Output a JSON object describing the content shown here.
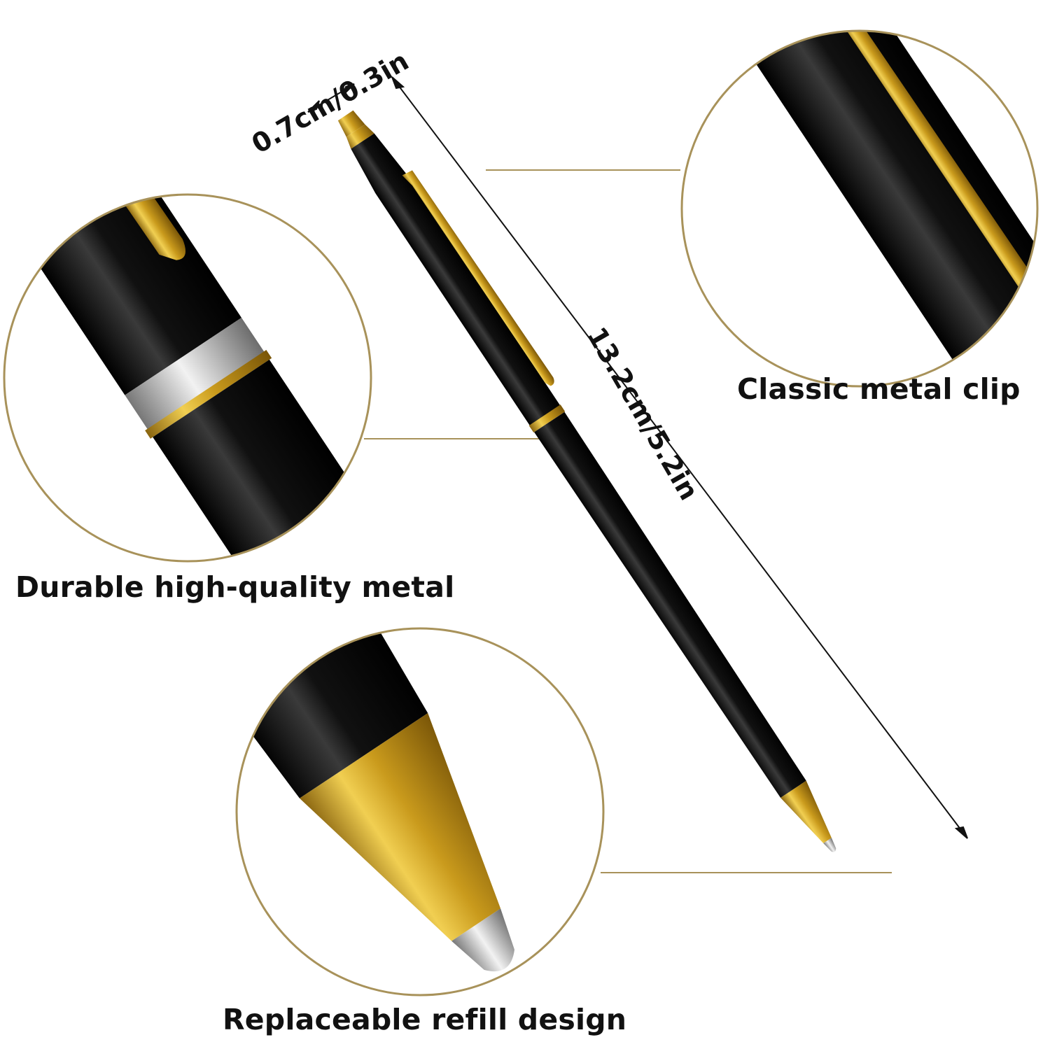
{
  "dimensions": {
    "width_label": "0.7cm/0.3in",
    "length_label": "13.2cm/5.2in"
  },
  "features": {
    "clip": "Classic metal clip",
    "material": "Durable high-quality metal",
    "refill": "Replaceable refill design"
  },
  "colors": {
    "circle_outline": "#a8925a",
    "leader_line": "#a8925a",
    "pen_body": "#0b0b0b",
    "gold_trim": "#d8a920",
    "silver_ring": "#bdbdbd"
  }
}
